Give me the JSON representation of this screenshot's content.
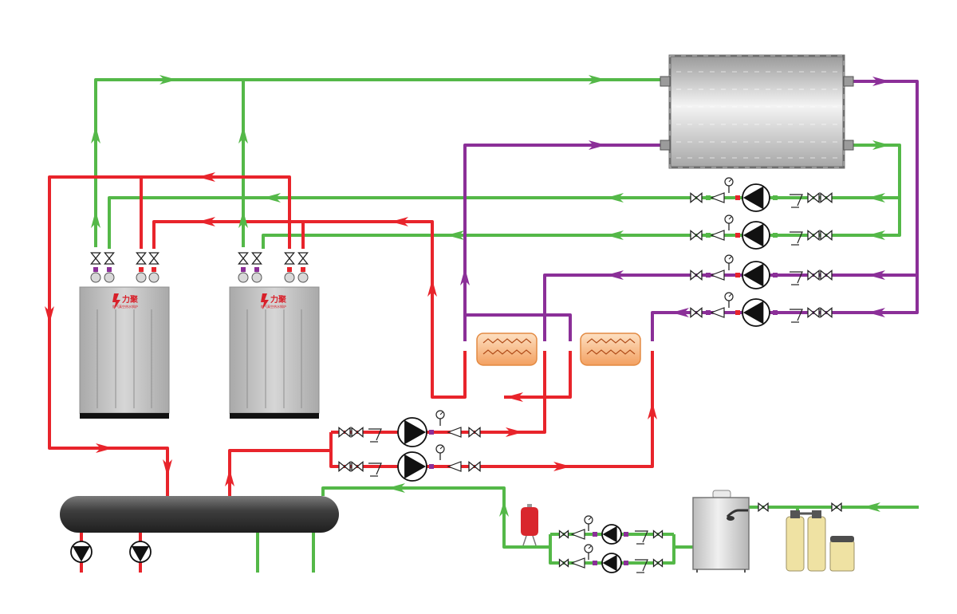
{
  "colors": {
    "supply_red": "#e8242b",
    "makeup_green": "#54b848",
    "secondary_purple": "#8b2f98",
    "boiler_gray": "#c4c4c4",
    "header_dark": "#4a4a4a",
    "exchanger_orange": "#f6b57c",
    "expansion_red": "#d9262d",
    "softener_beige": "#efe2a3",
    "tank_gray": "#d7d7d7"
  },
  "components": {
    "boilers": [
      {
        "logo_text": "力聚",
        "sub_text": "燃气真空热水锅炉"
      },
      {
        "logo_text": "力聚",
        "sub_text": "燃气真空热水锅炉"
      }
    ],
    "icons": {
      "pump": "pump-icon",
      "valve": "gate-valve-icon",
      "check_valve": "check-valve-icon",
      "strainer": "strainer-icon",
      "gauge": "pressure-gauge-icon",
      "arrow": "flow-arrow-icon"
    }
  }
}
